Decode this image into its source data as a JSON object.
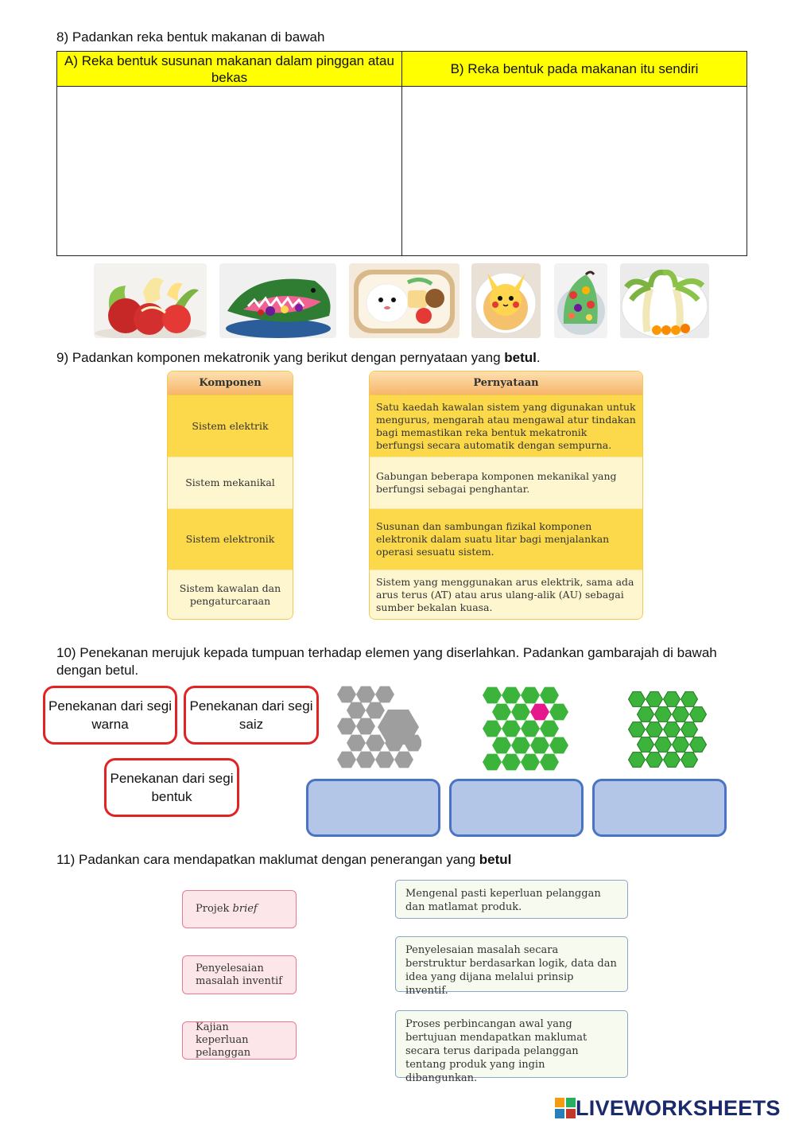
{
  "q8": {
    "title": "8) Padankan reka bentuk makanan di bawah",
    "col_a": "A) Reka bentuk susunan makanan dalam pinggan atau bekas",
    "col_b": "B) Reka bentuk pada makanan itu sendiri",
    "images": [
      "apple-swan-carving",
      "watermelon-shark-bowl",
      "bento-box",
      "pikachu-food-plate",
      "fruit-peacock-plate",
      "banana-palm-tree-plate"
    ]
  },
  "q9": {
    "title_pre": "9) Padankan komponen mekatronik yang berikut dengan pernyataan yang ",
    "title_bold": "betul",
    "title_post": ".",
    "komponen_header": "Komponen",
    "komponen": [
      "Sistem elektrik",
      "Sistem mekanikal",
      "Sistem elektronik",
      "Sistem kawalan dan pengaturcaraan"
    ],
    "pernyataan_header": "Pernyataan",
    "pernyataan": [
      "Satu kaedah kawalan sistem yang digunakan untuk mengurus, mengarah atau mengawal atur tindakan bagi memastikan reka bentuk mekatronik berfungsi secara automatik dengan sempurna.",
      "Gabungan beberapa komponen mekanikal yang berfungsi sebagai penghantar.",
      "Susunan dan sambungan fizikal komponen elektronik dalam suatu litar bagi menjalankan operasi sesuatu sistem.",
      "Sistem yang menggunakan arus elektrik, sama ada arus terus (AT) atau arus ulang-alik (AU) sebagai sumber bekalan kuasa."
    ]
  },
  "q10": {
    "title": "10) Penekanan merujuk kepada tumpuan terhadap elemen yang diserlahkan. Padankan gambarajah di bawah dengan betul.",
    "options": [
      "Penekanan dari segi warna",
      "Penekanan dari segi saiz",
      "Penekanan dari segi bentuk"
    ],
    "colors": {
      "gray": "#9e9e9e",
      "green": "#3cb43c",
      "magenta": "#e6198c",
      "red": "#e02424",
      "blue_fill": "#b4c6e7",
      "blue_border": "#4a73c4"
    }
  },
  "q11": {
    "title_pre": "11) Padankan cara mendapatkan maklumat dengan penerangan yang ",
    "title_bold": "betul",
    "cara": [
      "Projek brief",
      "Penyelesaian masalah inventif",
      "Kajian keperluan pelanggan"
    ],
    "penerangan": [
      "Mengenal pasti keperluan pelanggan dan matlamat produk.",
      "Penyelesaian masalah secara berstruktur berdasarkan logik, data dan idea yang dijana melalui prinsip inventif.",
      "Proses perbincangan awal yang bertujuan mendapatkan maklumat secara terus daripada pelanggan tentang produk yang ingin dibangunkan."
    ]
  },
  "footer": {
    "logo_text": "LIVEWORKSHEETS"
  }
}
